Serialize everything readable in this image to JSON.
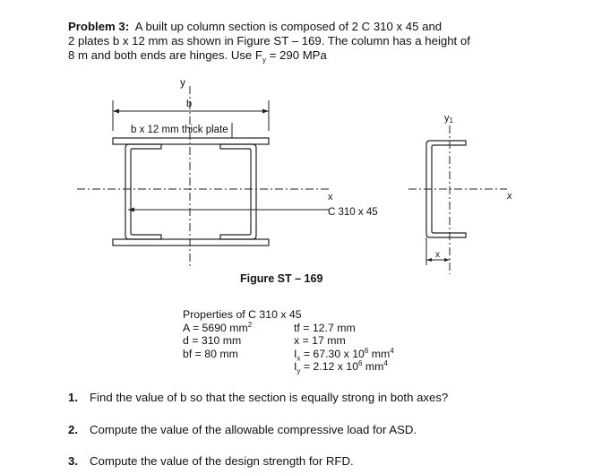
{
  "problem": {
    "label": "Problem 3:",
    "line1": "A built up column section is composed of 2 C 310 x 45 and",
    "line2": "2 plates b x 12 mm as shown in Figure ST – 169.  The column has a height of",
    "line3a": "8 m and both ends are hinges.  Use F",
    "line3sub": "y",
    "line3b": " = 290 MPa"
  },
  "figure": {
    "y_axis_label": "y",
    "b_label": "b",
    "plate_label": "b x 12 mm thick plate",
    "x_axis_label": "x",
    "channel_label": "C 310 x 45",
    "y1_label": "y",
    "y1_sub": "1",
    "x_right_label": "x",
    "xbar_label": "x",
    "caption": "Figure ST – 169"
  },
  "properties": {
    "heading": "Properties of C 310 x 45",
    "A_pre": "A = 5690 mm",
    "A_sup": "2",
    "d": "d =  310 mm",
    "bf": "bf = 80 mm",
    "tf": "tf = 12.7 mm",
    "x": "x = 17 mm",
    "Ix_pre": "I",
    "Ix_sub": "x",
    "Ix_mid": " = 67.30 x 10",
    "Ix_exp": "6",
    "Ix_unit": " mm",
    "Ix_unit_exp": "4",
    "Iy_pre": "I",
    "Iy_sub": "y",
    "Iy_mid": " = 2.12 x 10",
    "Iy_exp": "6",
    "Iy_unit": " mm",
    "Iy_unit_exp": "4"
  },
  "questions": [
    {
      "num": "1.",
      "text": "Find the value of b so that the section is equally strong in both axes?"
    },
    {
      "num": "2.",
      "text": "Compute the value of the allowable compressive load for ASD."
    },
    {
      "num": "3.",
      "text": "Compute the value of the design strength for RFD."
    }
  ]
}
